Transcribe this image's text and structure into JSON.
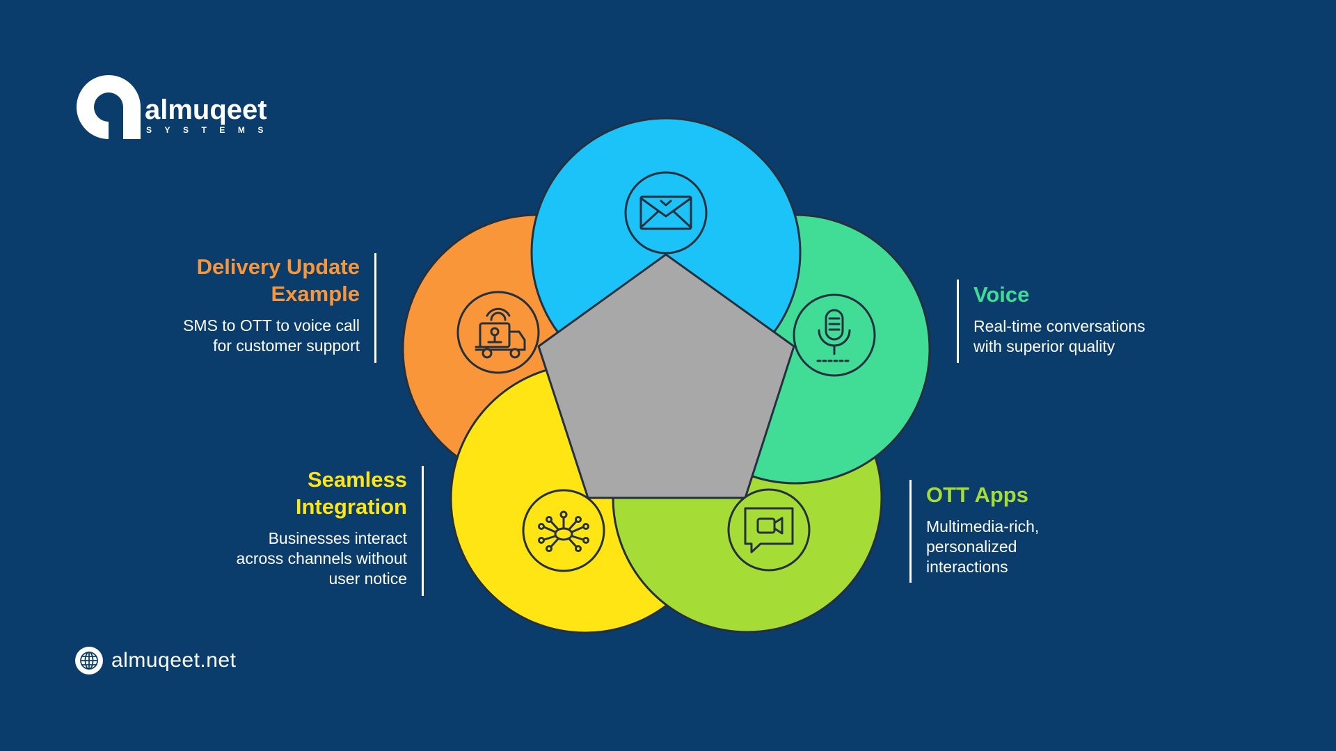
{
  "brand": {
    "name": "almuqeet",
    "tagline": "SYSTEMS",
    "website": "almuqeet.net"
  },
  "colors": {
    "background": "#0a3d6b",
    "sms_circle": "#1bc3f9",
    "voice_circle": "#41dd97",
    "ott_circle": "#a6dc36",
    "integration_circle": "#ffe513",
    "delivery_circle": "#fa963a",
    "center_pentagon": "#a8a8a8",
    "outline": "#24303d"
  },
  "callouts": {
    "delivery": {
      "title_line1": "Delivery Update",
      "title_line2": "Example",
      "desc_line1": "SMS to OTT to voice call",
      "desc_line2": "for customer support",
      "color": "#fa963a"
    },
    "voice": {
      "title": "Voice",
      "desc_line1": "Real-time conversations",
      "desc_line2": "with superior quality",
      "color": "#41dd97"
    },
    "integration": {
      "title_line1": "Seamless",
      "title_line2": "Integration",
      "desc_line1": "Businesses interact",
      "desc_line2": "across channels without",
      "desc_line3": "user notice",
      "color": "#ffe513"
    },
    "ott": {
      "title": "OTT Apps",
      "desc_line1": "Multimedia-rich,",
      "desc_line2": "personalized",
      "desc_line3": "interactions",
      "color": "#a6dc36"
    }
  },
  "icons": {
    "sms": "envelope-icon",
    "voice": "microphone-icon",
    "ott": "video-chat-icon",
    "integration": "network-hub-icon",
    "delivery": "delivery-truck-icon"
  }
}
